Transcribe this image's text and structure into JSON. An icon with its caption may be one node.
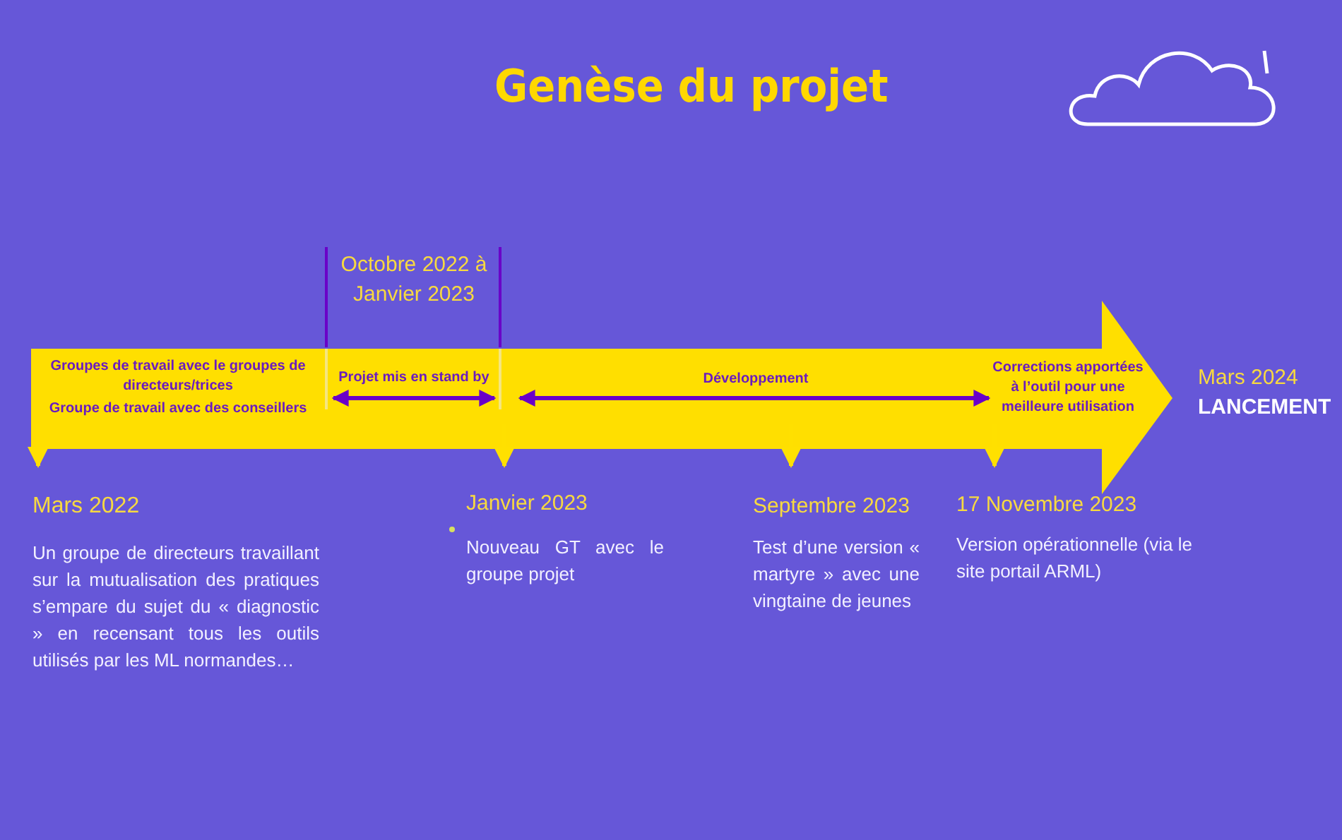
{
  "diagram": {
    "title": "Genèse du projet",
    "labels": [
      "Octobre 2022 à Janvier 2023",
      "Groupes de travail avec le groupes de directeurs/trices",
      "Groupe de travail avec des conseillers",
      "Projet mis en stand by",
      "Développement",
      "Corrections apportées à l’outil pour une meilleure utilisation",
      "Mars 2024",
      "LANCEMENT",
      "Mars 2022",
      "Un groupe de directeurs travaillant sur la mutualisation des pratiques s’empare du sujet du « diagnostic » en recensant tous les outils utilisés par les ML normandes…",
      "Janvier 2023",
      "Nouveau GT avec le groupe projet",
      "Septembre 2023",
      "Test d’une version « martyre » avec une vingtaine de jeunes",
      "17 Novembre 2023",
      "Version opérationnelle (via le site portail ARML)"
    ]
  }
}
